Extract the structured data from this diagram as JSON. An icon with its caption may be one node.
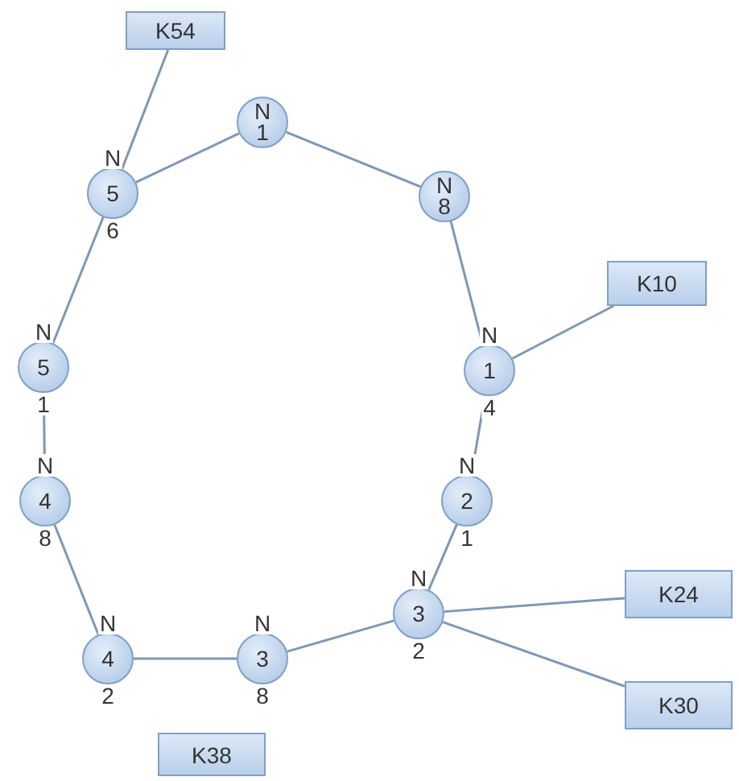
{
  "diagram": {
    "nodes": [
      {
        "text": [
          "K54"
        ]
      },
      {
        "text": [
          "N",
          "1"
        ]
      },
      {
        "text": [
          "5"
        ],
        "beside": [
          "N",
          "6"
        ]
      },
      {
        "text": [
          "N",
          "8"
        ]
      },
      {
        "text": [
          "K10"
        ]
      },
      {
        "text": [
          "1"
        ],
        "beside": [
          "N",
          "4"
        ]
      },
      {
        "text": [
          "5"
        ],
        "beside": [
          "N",
          "1"
        ]
      },
      {
        "text": [
          "4"
        ],
        "beside": [
          "N",
          "8"
        ]
      },
      {
        "text": [
          "2"
        ],
        "beside": [
          "N",
          "1"
        ]
      },
      {
        "text": [
          "K24"
        ]
      },
      {
        "text": [
          "3"
        ],
        "beside": [
          "N",
          "2"
        ]
      },
      {
        "text": [
          "K30"
        ]
      },
      {
        "text": [
          "4"
        ],
        "beside": [
          "N",
          "2"
        ]
      },
      {
        "text": [
          "3"
        ],
        "beside": [
          "N",
          "8"
        ]
      },
      {
        "text": [
          "K38"
        ]
      }
    ],
    "edges": [
      {
        "from": 0,
        "to": 2,
        "arrow": "none"
      },
      {
        "from": 2,
        "to": 1,
        "arrow": "none"
      },
      {
        "from": 1,
        "to": 3,
        "arrow": "none"
      },
      {
        "from": 3,
        "to": 5,
        "arrow": "none"
      },
      {
        "from": 5,
        "to": 4,
        "arrow": "none"
      },
      {
        "from": 5,
        "to": 8,
        "arrow": "none"
      },
      {
        "from": 8,
        "to": 10,
        "arrow": "none"
      },
      {
        "from": 10,
        "to": 9,
        "arrow": "none"
      },
      {
        "from": 10,
        "to": 11,
        "arrow": "none"
      },
      {
        "from": 10,
        "to": 13,
        "arrow": "none"
      },
      {
        "from": 13,
        "to": 12,
        "arrow": "none"
      },
      {
        "from": 12,
        "to": 7,
        "arrow": "none"
      },
      {
        "from": 7,
        "to": 6,
        "arrow": "none"
      },
      {
        "from": 6,
        "to": 2,
        "arrow": "none"
      }
    ]
  }
}
